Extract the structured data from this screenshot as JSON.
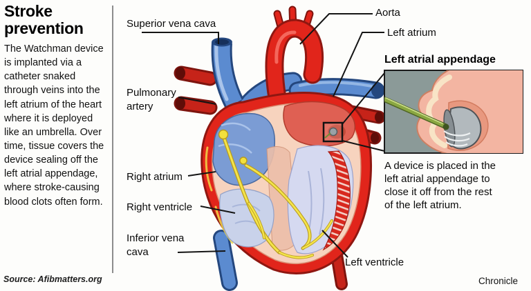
{
  "article": {
    "title": "Stroke prevention",
    "body": "The Watchman device is implanted via a catheter snaked through veins into the left atrium of the heart where it is deployed like an umbrella. Over time, tissue covers the device sealing off the left atrial appendage, where stroke-causing blood clots often form.",
    "source": "Source: Afibmatters.org",
    "credit": "Chronicle"
  },
  "diagram": {
    "labels": {
      "superior_vena_cava": "Superior vena cava",
      "aorta": "Aorta",
      "left_atrium": "Left atrium",
      "pulmonary_artery": "Pulmonary artery",
      "right_atrium": "Right atrium",
      "right_ventricle": "Right ventricle",
      "inferior_vena_cava": "Inferior vena cava",
      "left_ventricle": "Left ventricle"
    }
  },
  "inset": {
    "heading": "Left atrial appendage",
    "caption": "A device is placed in the left atrial appendage to close it off from the rest of the left atrium."
  },
  "colors": {
    "artery_red": "#e1251b",
    "vein_blue": "#5b8bd0",
    "interior_cream": "#f7d3be",
    "conduction_yellow": "#f2e03c",
    "inset_background_gray": "#8b9a98",
    "tissue_pink": "#f3b5a2"
  }
}
